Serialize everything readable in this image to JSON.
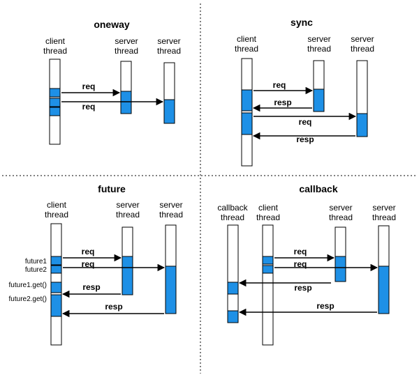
{
  "panels": [
    {
      "title": "oneway",
      "threads": [
        "client\nthread",
        "server\nthread",
        "server\nthread"
      ],
      "messages": [
        "req",
        "req"
      ]
    },
    {
      "title": "sync",
      "threads": [
        "client\nthread",
        "server\nthread",
        "server\nthread"
      ],
      "messages": [
        "req",
        "resp",
        "req",
        "resp"
      ]
    },
    {
      "title": "future",
      "threads": [
        "client\nthread",
        "server\nthread",
        "server\nthread"
      ],
      "messages": [
        "req",
        "req",
        "resp",
        "resp"
      ],
      "side_labels": [
        "future1",
        "future2",
        "future1.get()",
        "future2.get()"
      ]
    },
    {
      "title": "callback",
      "threads": [
        "callback\nthread",
        "client\nthread",
        "server\nthread",
        "server\nthread"
      ],
      "messages": [
        "req",
        "req",
        "resp",
        "resp"
      ]
    }
  ],
  "colors": {
    "active": "#1e90e6",
    "line": "#000000",
    "divider": "#000000"
  }
}
